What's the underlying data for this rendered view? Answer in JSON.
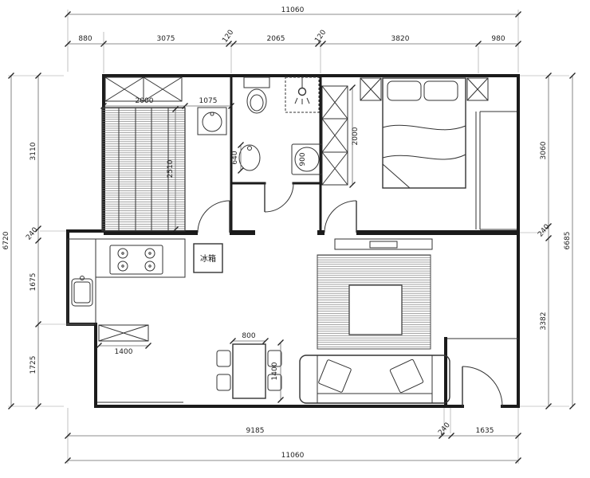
{
  "meta": {
    "type": "apartment-floor-plan"
  },
  "dims": {
    "top_overall": "11060",
    "top_row": [
      "880",
      "3075",
      "120",
      "2065",
      "120",
      "3820",
      "980"
    ],
    "left_outer": "6720",
    "left_col": [
      "3110",
      "240",
      "1675",
      "1725"
    ],
    "right_col": [
      "3060",
      "240",
      "3382"
    ],
    "right_outer": "6685",
    "bottom_row": [
      "9185",
      "240",
      "1635"
    ],
    "bottom_overall": "11060",
    "interior": {
      "cloak_width": "2000",
      "cloak_side": "1075",
      "cloak_depth": "2510",
      "bath_basin": "640",
      "bath_shower": "900",
      "bedroom_cabinet": "2000",
      "balcony_cabinet": "1400",
      "dining_width": "800",
      "dining_length": "1400"
    }
  },
  "labels": {
    "fridge": "冰箱"
  }
}
